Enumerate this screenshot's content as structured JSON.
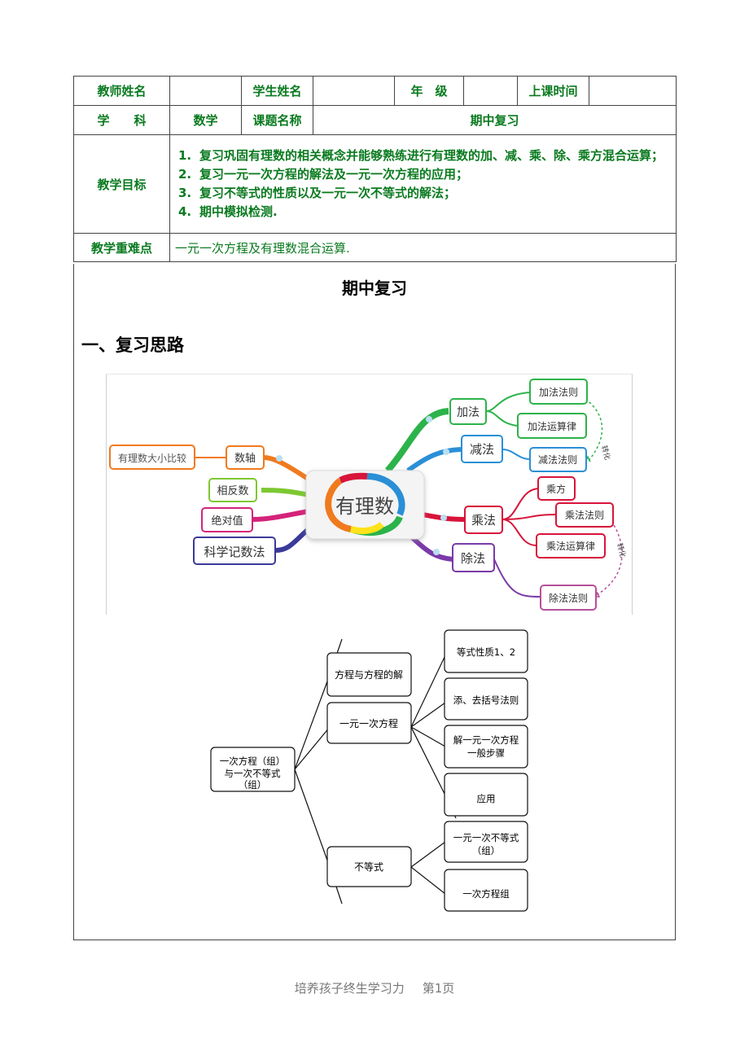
{
  "info_table": {
    "teacher_label": "教师姓名",
    "teacher_value": "",
    "student_label": "学生姓名",
    "student_value": "",
    "grade_label": "年　级",
    "grade_value": "",
    "time_label": "上课时间",
    "time_value": "",
    "subject_label": "学　　科",
    "subject_value": "数学",
    "topic_label": "课题名称",
    "topic_value": "期中复习",
    "goals_label": "教学目标",
    "goals": [
      {
        "num": "1.",
        "text": "复习巩固有理数的相关概念并能够熟练进行有理数的加、减、乘、除、乘方混合运算；"
      },
      {
        "num": "2.",
        "text": "复习一元一次方程的解法及一元一次方程的应用；"
      },
      {
        "num": "3.",
        "text": "复习不等式的性质以及一元一次不等式的解法；"
      },
      {
        "num": "4.",
        "text": "期中模拟检测."
      }
    ],
    "keypoint_label": "教学重难点",
    "keypoint_value": "一元一次方程及有理数混合运算."
  },
  "main": {
    "title": "期中复习",
    "section_heading": "一、复习思路"
  },
  "mindmap": {
    "center": "有理数",
    "left_nodes": [
      "数轴",
      "有理数大小比较",
      "相反数",
      "绝对值",
      "科学记数法"
    ],
    "add": "加法",
    "add_rule": "加法法则",
    "add_law": "加法运算律",
    "sub": "减法",
    "sub_rule": "减法法则",
    "mul": "乘法",
    "power": "乘方",
    "mul_rule": "乘法法则",
    "mul_law": "乘法运算律",
    "div": "除法",
    "div_rule": "除法法则",
    "relation_top": "转化",
    "relation_bottom": "转化",
    "colors": {
      "orange": "#f07a1e",
      "green": "#2cb34a",
      "lime": "#7dc832",
      "magenta": "#d4237a",
      "blue": "#2a8fd6",
      "red": "#d8143a",
      "purple": "#7a3aa8",
      "navy": "#3a3a9a"
    }
  },
  "tree": {
    "root": "一次方程（组）与一次不等式（组）",
    "root_lines": [
      "一次方程（组）",
      "与一次不等式",
      "（组）"
    ],
    "mid": [
      "方程与方程的解",
      "一元一次方程",
      "不等式"
    ],
    "right": [
      "等式性质1、2",
      "添、去括号法则",
      "解一元一次方程一般步骤",
      "应用",
      "一元一次不等式（组）",
      "一次方程组"
    ],
    "right3_lines": [
      "解一元一次方程",
      "一般步骤"
    ],
    "right5_lines": [
      "一元一次不等式",
      "（组）"
    ]
  },
  "footer": {
    "text": "培养孩子终生学习力",
    "page": "第1页"
  }
}
